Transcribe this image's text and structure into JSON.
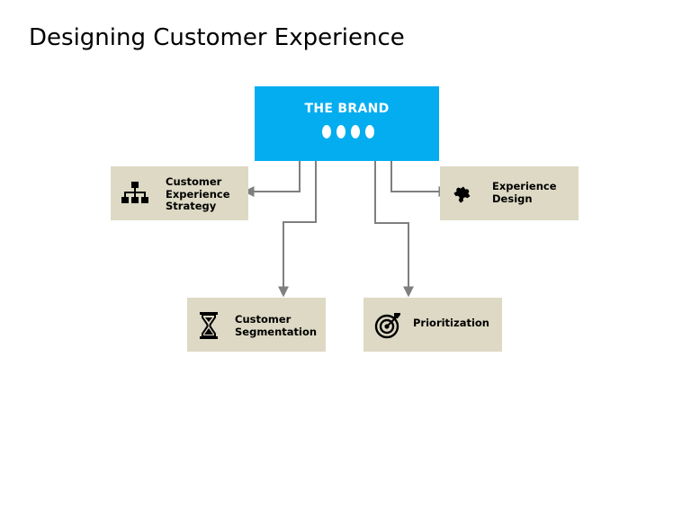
{
  "title": "Designing Customer Experience",
  "brand": {
    "label": "THE BRAND",
    "dot_count": 4
  },
  "cards": {
    "strategy": {
      "line1": "Customer",
      "line2": "Experience",
      "line3": "Strategy",
      "icon": "org-chart-icon"
    },
    "design": {
      "line1": "Experience",
      "line2": "Design",
      "icon": "puzzle-piece-icon"
    },
    "segmentation": {
      "line1": "Customer",
      "line2": "Segmentation",
      "icon": "hourglass-icon"
    },
    "prioritization": {
      "line1": "Prioritization",
      "icon": "target-icon"
    }
  },
  "colors": {
    "brand": "#03adef",
    "card": "#ddd9c4",
    "connector": "#7f7f7f"
  }
}
